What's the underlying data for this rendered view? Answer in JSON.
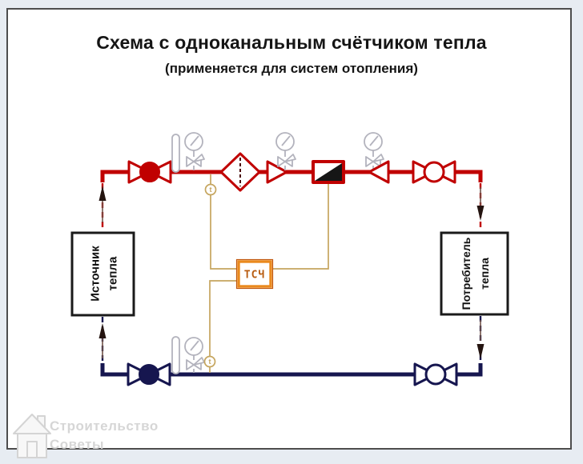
{
  "title": "Схема с одноканальным счётчиком тепла",
  "subtitle": "(применяется для систем отопления)",
  "diagram": {
    "source_box": {
      "line1": "Источник",
      "line2": "тепла"
    },
    "consumer_box": {
      "line1": "Потребитель",
      "line2": "тепла"
    },
    "meter_box": {
      "label": "ТСЧ"
    },
    "supply_sensor_label": "t",
    "return_sensor_label": "t",
    "colors": {
      "supply": "#c00000",
      "return": "#16164f",
      "signal": "#c5a55e",
      "meter": "#ea8a1e",
      "meter_text": "#b85c10",
      "instr": "#b3b3bd",
      "box": "#1a1a1a",
      "arrow": "#241410"
    }
  },
  "watermark": {
    "line1": "Строительство",
    "line2": "Советы"
  }
}
